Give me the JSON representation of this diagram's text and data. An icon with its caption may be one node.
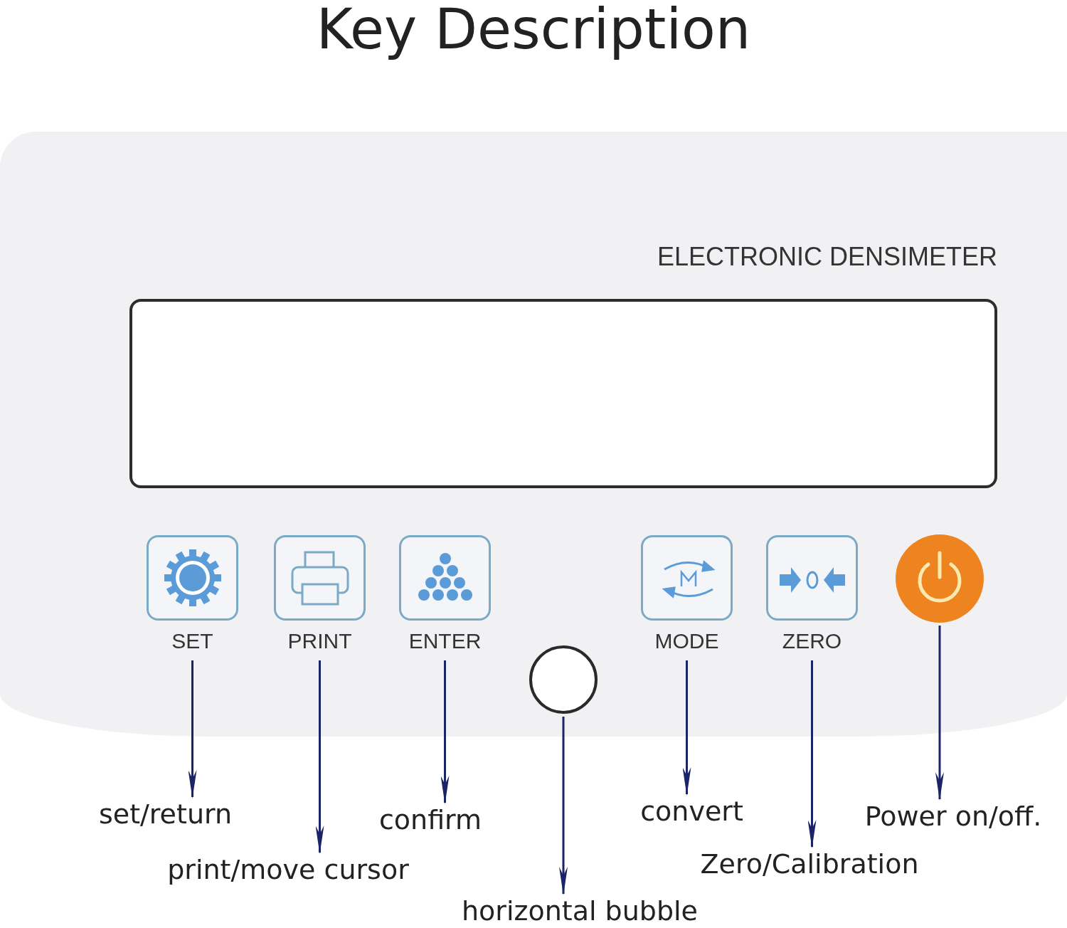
{
  "diagram": {
    "title": "Key Description",
    "nodes": [
      {
        "text": [
          "ELECTRONIC DENSIMETER"
        ]
      },
      {
        "text": [],
        "shape": "box",
        "in": 0
      },
      {
        "text": [
          "SET"
        ],
        "in": 0
      },
      {
        "text": [
          "PRINT"
        ],
        "in": 0
      },
      {
        "text": [
          "ENTER"
        ],
        "in": 0
      },
      {
        "text": [],
        "shape": "circle",
        "in": 0
      },
      {
        "text": [
          "MODE"
        ],
        "in": 0
      },
      {
        "text": [
          "ZERO"
        ],
        "in": 0
      },
      {
        "text": [],
        "shape": "circle",
        "in": 0
      },
      {
        "text": [
          "set/return"
        ]
      },
      {
        "text": [
          "print/move cursor"
        ]
      },
      {
        "text": [
          "confirm"
        ]
      },
      {
        "text": [
          "horizontal bubble"
        ]
      },
      {
        "text": [
          "convert"
        ]
      },
      {
        "text": [
          "Zero/Calibration"
        ]
      },
      {
        "text": [
          "Power on/off."
        ]
      }
    ],
    "edges": [
      {
        "from": 2,
        "to": 9,
        "arrow": "to"
      },
      {
        "from": 3,
        "to": 10,
        "arrow": "to"
      },
      {
        "from": 4,
        "to": 11,
        "arrow": "to"
      },
      {
        "from": 5,
        "to": 12,
        "arrow": "to"
      },
      {
        "from": 6,
        "to": 13,
        "arrow": "to"
      },
      {
        "from": 7,
        "to": 14,
        "arrow": "to"
      },
      {
        "from": 8,
        "to": 15,
        "arrow": "to"
      }
    ]
  }
}
